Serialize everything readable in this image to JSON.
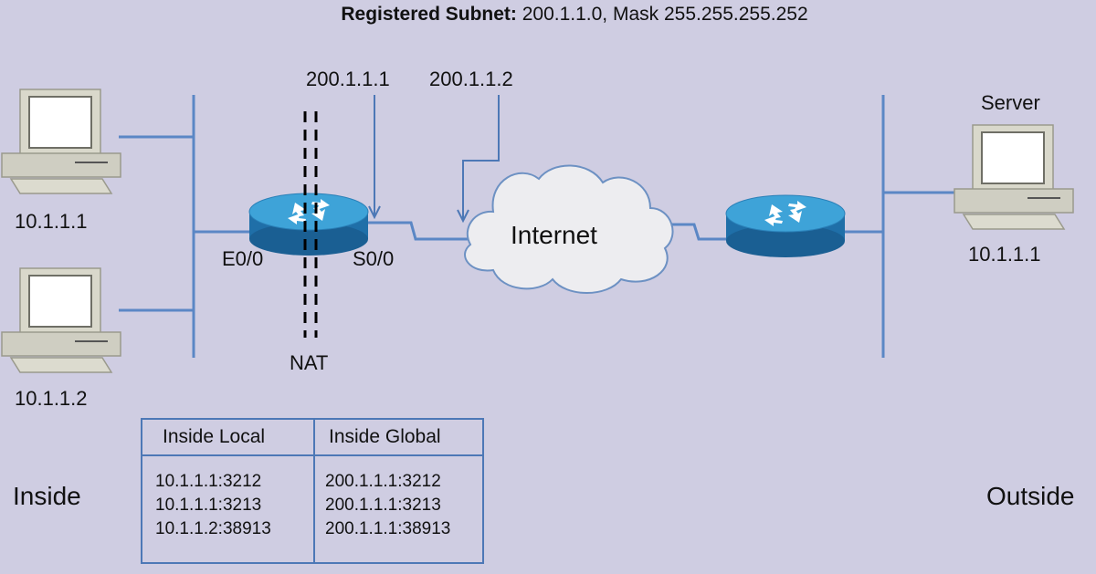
{
  "title": {
    "bold": "Registered Subnet:",
    "rest": " 200.1.1.0, Mask 255.255.255.252"
  },
  "labels": {
    "router_ip_1": "200.1.1.1",
    "router_ip_2": "200.1.1.2",
    "host1": "10.1.1.1",
    "host2": "10.1.1.2",
    "server_title": "Server",
    "server_ip": "10.1.1.1",
    "e0": "E0/0",
    "s0": "S0/0",
    "nat": "NAT",
    "internet": "Internet",
    "inside": "Inside",
    "outside": "Outside"
  },
  "nat_table": {
    "headers": [
      "Inside Local",
      "Inside Global"
    ],
    "rows": [
      [
        "10.1.1.1:3212",
        "200.1.1.1:3212"
      ],
      [
        "10.1.1.1:3213",
        "200.1.1.1:3213"
      ],
      [
        "10.1.1.2:38913",
        "200.1.1.1:38913"
      ]
    ]
  },
  "colors": {
    "background": "#cfcde2",
    "link": "#5b87c5",
    "arrow": "#4d78b6",
    "router_top": "#3e9fd4",
    "router_side": "#1f6fa8",
    "cloud": "#eeeef0",
    "pc": "#d8d8cc"
  }
}
